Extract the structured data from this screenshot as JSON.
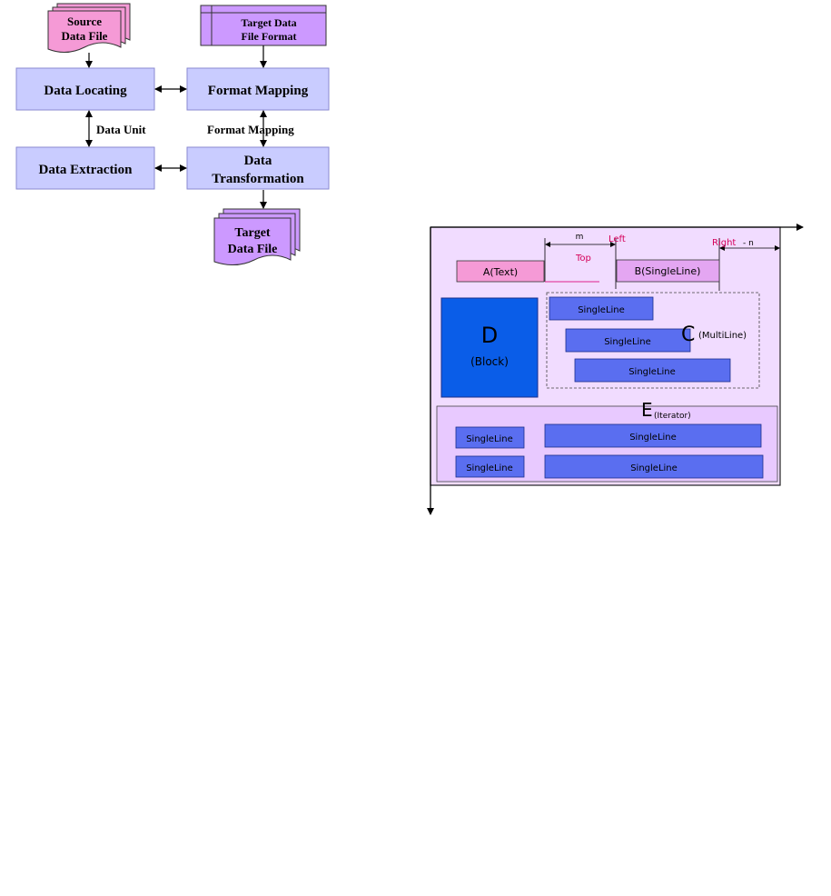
{
  "flowchart": {
    "source_file": {
      "line1": "Source",
      "line2": "Data File"
    },
    "target_format": {
      "line1": "Target Data",
      "line2": "File Format"
    },
    "data_locating": "Data Locating",
    "format_mapping": "Format Mapping",
    "data_extraction": "Data Extraction",
    "data_transformation": {
      "line1": "Data",
      "line2": "Transformation"
    },
    "target_file": {
      "line1": "Target",
      "line2": "Data File"
    },
    "label_data_unit": "Data Unit",
    "label_format_mapping": "Format Mapping"
  },
  "layout_diagram": {
    "m_label": "m",
    "left_label": "Left",
    "top_label": "Top",
    "right_label": "Right",
    "n_label": "- n",
    "a_text": "A(Text)",
    "b_singleline": "B(SingleLine)",
    "d_letter": "D",
    "d_block": "(Block)",
    "c_letter": "C",
    "c_multiline": "(MultiLine)",
    "e_letter": "E",
    "e_iterator": "(Iterator)",
    "singleline": "SingleLine"
  },
  "colors": {
    "pink": "#f59ad6",
    "violet": "#cc99ff",
    "box_blue": "#c9ccff",
    "panel_lilac": "#f1dcff",
    "iterator_bg": "#e8c9ff",
    "single_blue": "#5a6ef0",
    "block_blue": "#0a5de8",
    "red_label": "#d5005a"
  }
}
